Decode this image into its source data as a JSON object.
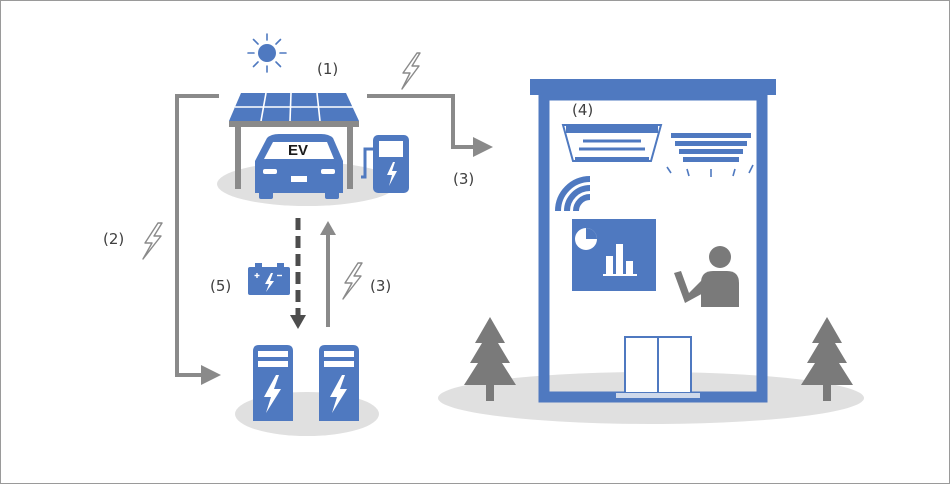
{
  "labels": {
    "solar": "(1)",
    "grid_link": "(2)",
    "to_building": "(3)",
    "discharge": "(3)",
    "hvac": "(4)",
    "battery": "(5)",
    "ev": "EV"
  },
  "colors": {
    "blue": "#4f79c0",
    "gray": "#8a8a8a",
    "dark_gray": "#4d4d4d",
    "ground": "#e0e0e0",
    "light_blue": "#e6eef9"
  },
  "icons": [
    "sun-icon",
    "solar-panel-icon",
    "ev-car-icon",
    "fuel-pump-icon",
    "lightning-icon",
    "battery-icon",
    "charging-station-icon",
    "building-icon",
    "ceiling-ac-icon",
    "wifi-icon",
    "monitor-chart-icon",
    "person-icon",
    "tree-icon",
    "door-icon"
  ]
}
